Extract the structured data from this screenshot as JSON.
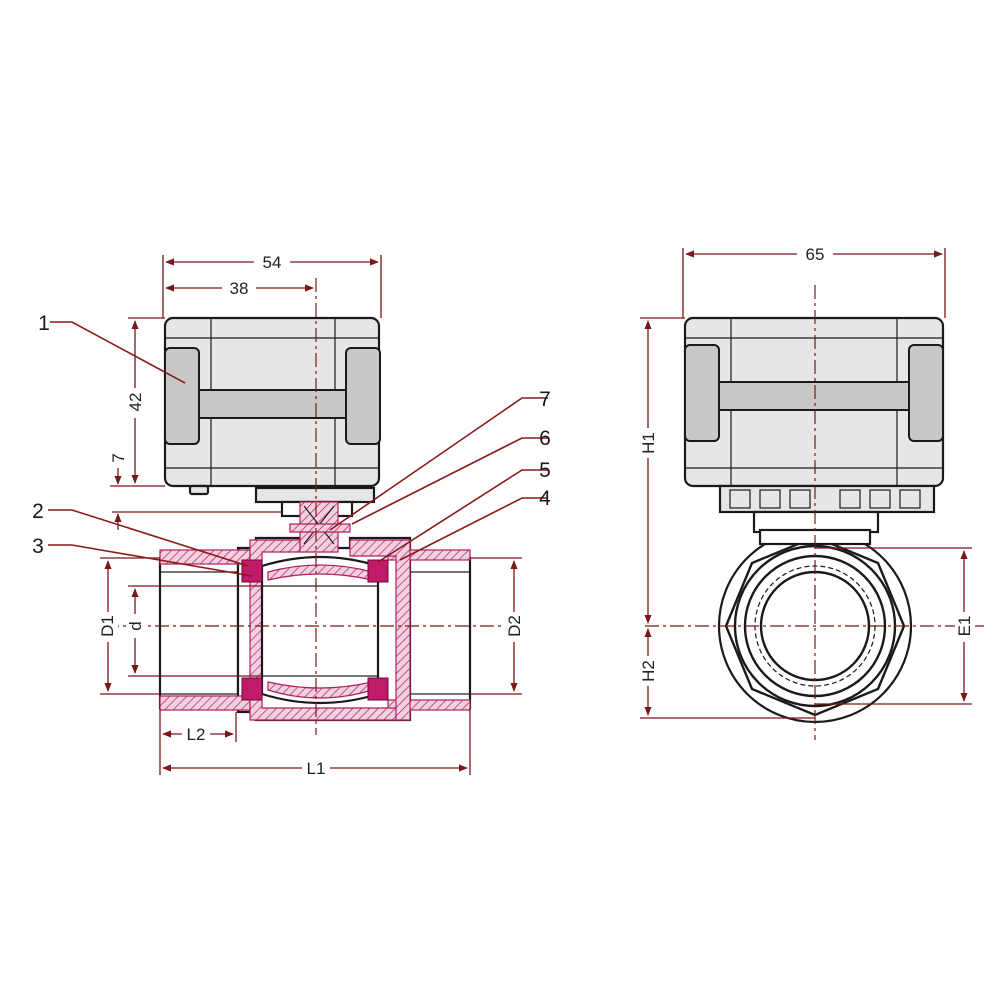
{
  "dimensions": {
    "width_54": "54",
    "width_38": "38",
    "height_42": "42",
    "height_7": "7",
    "width_65": "65",
    "D1": "D1",
    "d": "d",
    "D2": "D2",
    "L2": "L2",
    "L1": "L1",
    "H1": "H1",
    "H2": "H2",
    "E1": "E1"
  },
  "part_numbers": [
    "1",
    "2",
    "3",
    "4",
    "5",
    "6",
    "7"
  ],
  "colors": {
    "outline": "#1a1a1a",
    "dimension": "#7a1818",
    "section_hatch": "#b0205a",
    "seal": "#c01a6a",
    "actuator_fill": "#e6e6e6"
  }
}
